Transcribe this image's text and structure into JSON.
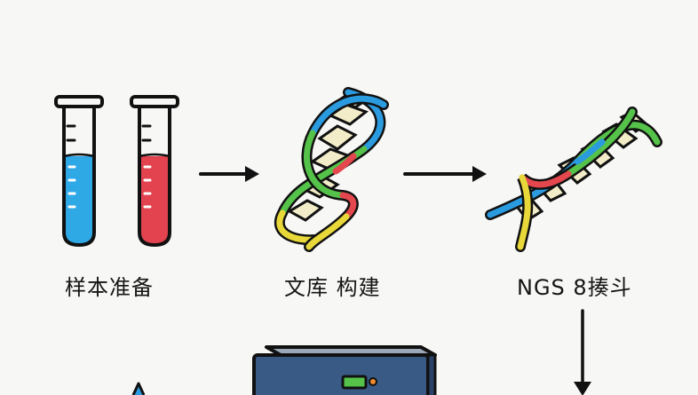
{
  "steps": [
    {
      "label": "样本准备",
      "icon": "test-tubes-icon"
    },
    {
      "label": "文库 构建",
      "icon": "dna-helix-icon"
    },
    {
      "label": "NGS 8揍斗",
      "icon": "dna-helix-icon"
    }
  ],
  "next_step": {
    "icon": "sequencer-machine-icon"
  },
  "colors": {
    "outline": "#111111",
    "blue_liquid": "#2fa8e6",
    "red_liquid": "#e2434f",
    "strand_blue": "#2b9be0",
    "strand_red": "#e4474d",
    "strand_green": "#55c24a",
    "strand_yellow": "#e8d83a",
    "rung": "#f2ecc8",
    "machine_body": "#3a5a86",
    "machine_screen": "#55c24a",
    "machine_button": "#f08a2a"
  }
}
